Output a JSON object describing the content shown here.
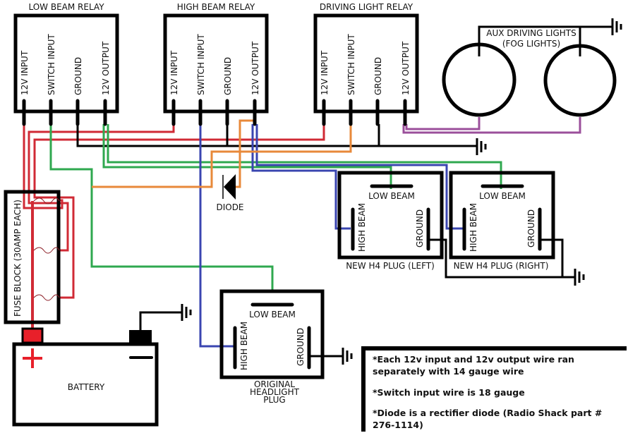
{
  "relays": [
    {
      "title": "LOW BEAM RELAY",
      "pins": [
        "12V INPUT",
        "SWITCH INPUT",
        "GROUND",
        "12V OUTPUT"
      ]
    },
    {
      "title": "HIGH BEAM RELAY",
      "pins": [
        "12V INPUT",
        "SWITCH INPUT",
        "GROUND",
        "12V OUTPUT"
      ]
    },
    {
      "title": "DRIVING LIGHT RELAY",
      "pins": [
        "12V INPUT",
        "SWITCH INPUT",
        "GROUND",
        "12V OUTPUT"
      ]
    }
  ],
  "aux_lights": {
    "line1": "AUX DRIVING LIGHTS",
    "line2": "(FOG LIGHTS)"
  },
  "fuse_block": {
    "label": "FUSE BLOCK (30AMP EACH)"
  },
  "battery": {
    "label": "BATTERY",
    "positive": "+",
    "negative": "−"
  },
  "diode": {
    "label": "DIODE"
  },
  "plugs": {
    "left": {
      "title": "NEW H4 PLUG (LEFT)",
      "low": "LOW BEAM",
      "high": "HIGH BEAM",
      "ground": "GROUND"
    },
    "right": {
      "title": "NEW H4 PLUG (RIGHT)",
      "low": "LOW BEAM",
      "high": "HIGH BEAM",
      "ground": "GROUND"
    },
    "original": {
      "title_lines": [
        "ORIGINAL",
        "HEADLIGHT",
        "PLUG"
      ],
      "low": "LOW BEAM",
      "high": "HIGH BEAM",
      "ground": "GROUND"
    }
  },
  "notes": [
    "*Each 12v input and 12v output wire ran separately with 14 gauge wire",
    "*Switch input wire is 18 gauge",
    "*Diode is a rectifier diode (Radio Shack part # 276-1114)"
  ],
  "wire_colors": {
    "power": "#d02a35",
    "low_beam": "#2fa84f",
    "high_beam": "#3a45b0",
    "driving_switch": "#e8893a",
    "aux_output": "#9b4f9b",
    "ground": "#000000"
  }
}
